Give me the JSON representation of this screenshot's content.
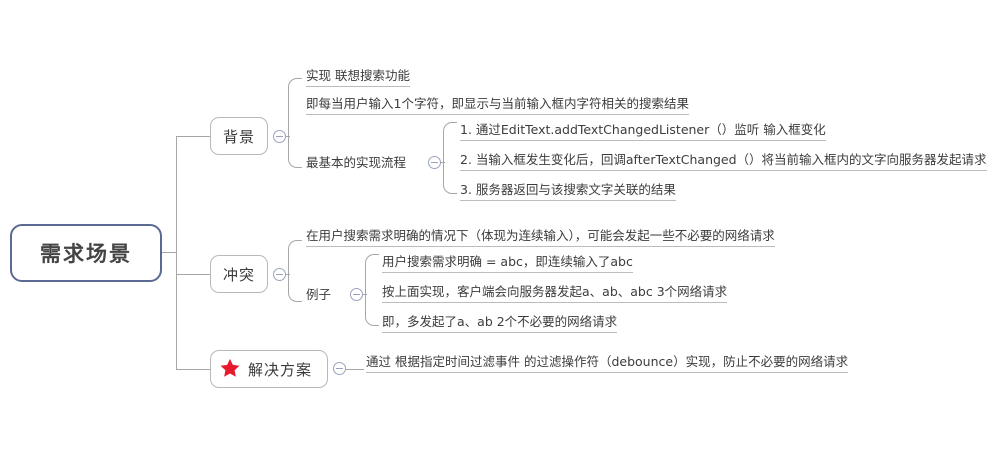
{
  "diagram": {
    "type": "mindmap",
    "title": "需求场景",
    "root": {
      "label": "需求场景"
    },
    "branches": [
      {
        "id": "background",
        "label": "背景",
        "toggle": "collapse-toggle",
        "children": [
          {
            "label": "实现 联想搜索功能"
          },
          {
            "label": "即每当用户输入1个字符，即显示与当前输入框内字符相关的搜索结果"
          },
          {
            "label": "最基本的实现流程",
            "toggle": "collapse-toggle",
            "children": [
              {
                "label": "1. 通过EditText.addTextChangedListener（）监听 输入框变化"
              },
              {
                "label": "2. 当输入框发生变化后，回调afterTextChanged（）将当前输入框内的文字向服务器发起请求"
              },
              {
                "label": "3. 服务器返回与该搜索文字关联的结果"
              }
            ]
          }
        ]
      },
      {
        "id": "conflict",
        "label": "冲突",
        "toggle": "collapse-toggle",
        "children": [
          {
            "label": "在用户搜索需求明确的情况下（体现为连续输入），可能会发起一些不必要的网络请求"
          },
          {
            "label": "例子",
            "toggle": "collapse-toggle",
            "children": [
              {
                "label": "用户搜索需求明确 = abc，即连续输入了abc"
              },
              {
                "label": "按上面实现，客户端会向服务器发起a、ab、abc 3个网络请求"
              },
              {
                "label": "即，多发起了a、ab 2个不必要的网络请求"
              }
            ]
          }
        ]
      },
      {
        "id": "solution",
        "label": "解决方案",
        "icon": "red-star-icon",
        "toggle": "collapse-toggle",
        "children": [
          {
            "label": "通过 根据指定时间过滤事件 的过滤操作符（debounce）实现，防止不必要的网络请求"
          }
        ]
      }
    ]
  },
  "colors": {
    "root_border": "#5b6a92",
    "node_border": "#b8b8b8",
    "connector": "#a6a6a6",
    "text": "#3c3c3c",
    "star": "#e8192c",
    "toggle_border": "#9aa3bd"
  }
}
